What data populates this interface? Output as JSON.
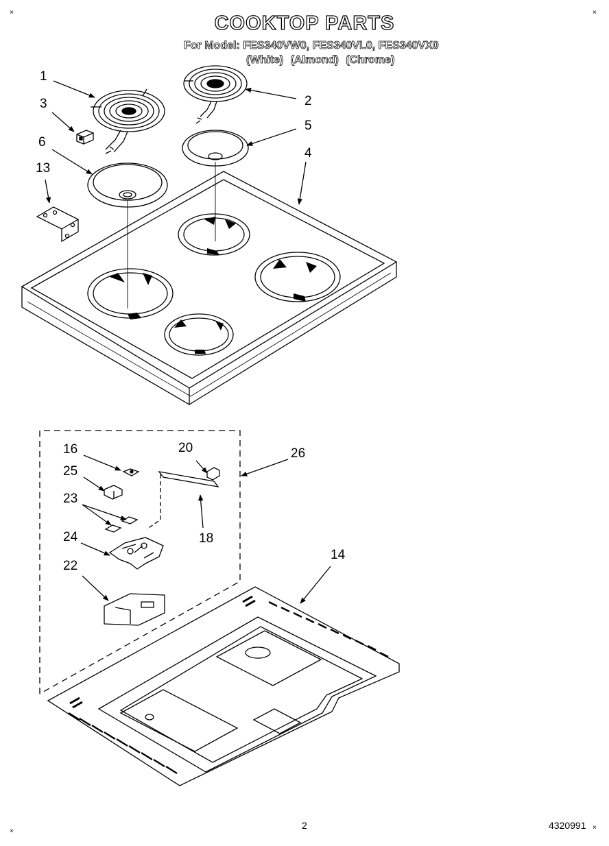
{
  "header": {
    "title": "COOKTOP PARTS",
    "models": "For Model: FES340VW0, FES340VL0, FES340VX0",
    "variants": "(White)  (Almond)  (Chrome)"
  },
  "callouts": {
    "c1": "1",
    "c2": "2",
    "c3": "3",
    "c4": "4",
    "c5": "5",
    "c6": "6",
    "c13": "13",
    "c14": "14",
    "c16": "16",
    "c18": "18",
    "c20": "20",
    "c22": "22",
    "c23": "23",
    "c24": "24",
    "c25": "25",
    "c26": "26"
  },
  "footer": {
    "page": "2",
    "doc_number": "4320991"
  },
  "corner_mark": "×"
}
